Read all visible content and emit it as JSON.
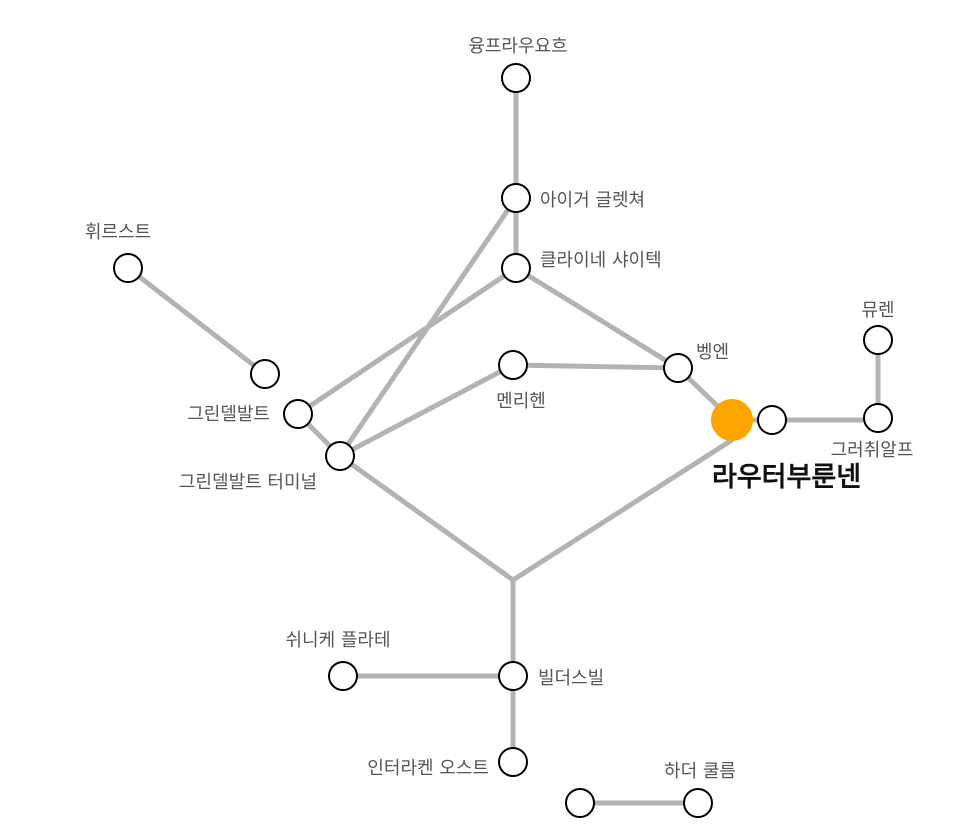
{
  "accent_color": "#ffa500",
  "line_color": "#b3b3b3",
  "stations": [
    {
      "id": "yungfrau",
      "label": "융프라우요흐"
    },
    {
      "id": "eiger",
      "label": "아이거 글렛쳐"
    },
    {
      "id": "kleine",
      "label": "클라이네 샤이텍"
    },
    {
      "id": "first",
      "label": "휘르스트"
    },
    {
      "id": "grindelwald",
      "label": "그린델발트"
    },
    {
      "id": "grindelwald-terminal",
      "label": "그린델발트 터미널"
    },
    {
      "id": "mannlichen",
      "label": "멘리헨"
    },
    {
      "id": "wengen",
      "label": "벵엔"
    },
    {
      "id": "lauterbrunnen",
      "label": "라우터부룬넨",
      "current": true
    },
    {
      "id": "murren",
      "label": "뮤렌"
    },
    {
      "id": "grutschalp",
      "label": "그러취알프"
    },
    {
      "id": "schynige",
      "label": "쉬니케 플라테"
    },
    {
      "id": "wilderswil",
      "label": "빌더스빌"
    },
    {
      "id": "interlaken",
      "label": "인터라켄 오스트"
    },
    {
      "id": "harder",
      "label": "하더 쿨름"
    }
  ]
}
